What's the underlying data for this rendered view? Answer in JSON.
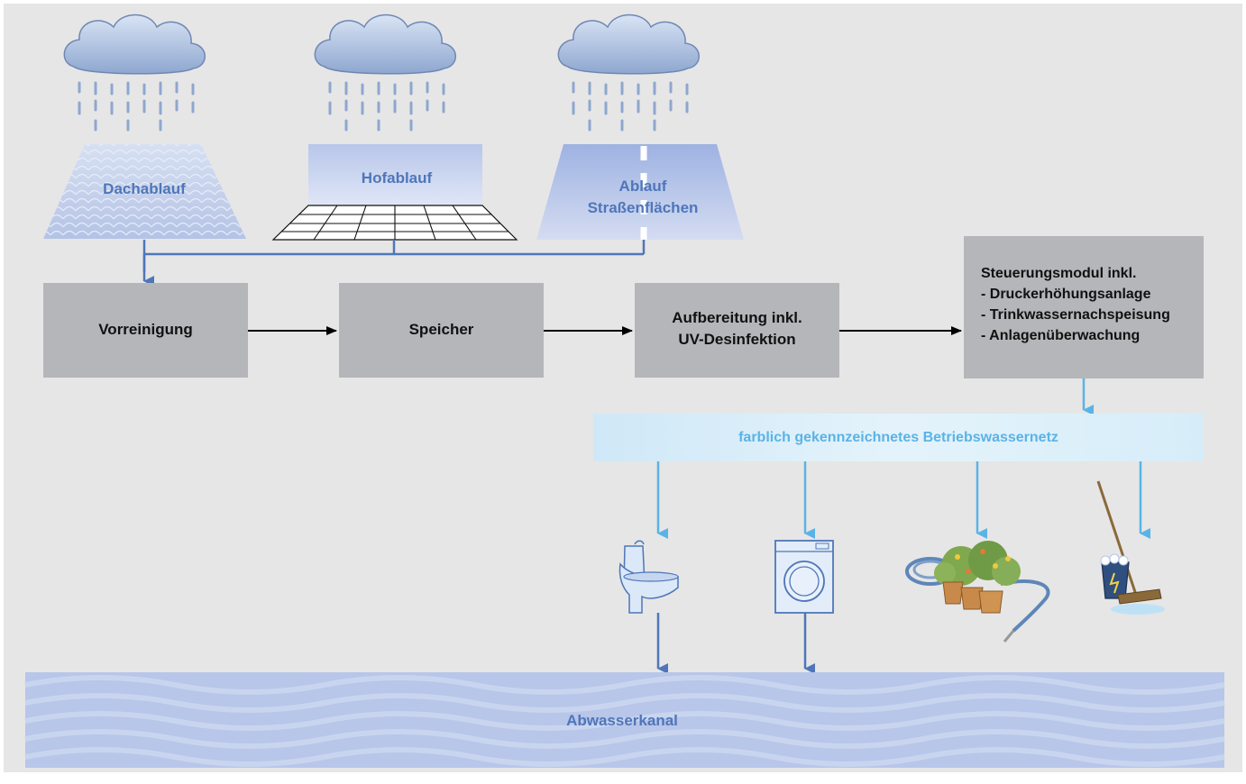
{
  "sources": {
    "roof": "Dachablauf",
    "yard": "Hofablauf",
    "street_line1": "Ablauf",
    "street_line2": "Straßenflächen"
  },
  "process": {
    "prefilter": "Vorreinigung",
    "storage": "Speicher",
    "treatment_line1": "Aufbereitung inkl.",
    "treatment_line2": "UV-Desinfektion"
  },
  "control": {
    "title": "Steuerungsmodul inkl.",
    "items": [
      "- Druckerhöhungsanlage",
      "- Trinkwassernachspeisung",
      "- Anlagenüberwachung"
    ]
  },
  "network": "farblich gekennzeichnetes Betriebswassernetz",
  "sewer": "Abwasserkanal",
  "colors": {
    "panel": "#e6e6e6",
    "box": "#b4b6b9",
    "source_blue": "#4f76b9",
    "network_blue": "#5ab3e6",
    "network_fill": "#d9eefa",
    "sewer_fill": "#b7c6e9"
  },
  "icons": [
    "cloud-icon",
    "rain-icon",
    "toilet-icon",
    "washing-machine-icon",
    "garden-plants-icon",
    "mop-bucket-icon"
  ]
}
